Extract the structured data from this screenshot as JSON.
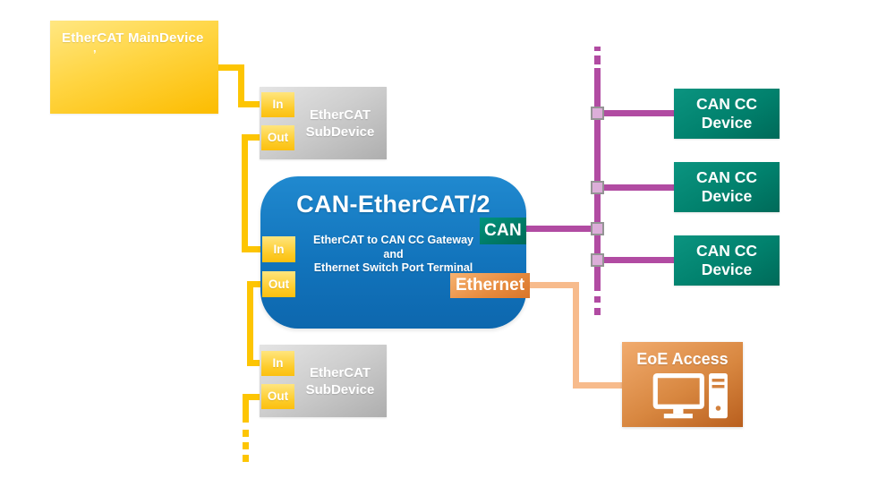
{
  "palette": {
    "yellow_wire": "#fdc503",
    "yellow_box_light": "#ffe782",
    "yellow_box_dark": "#fcbc00",
    "gray_light": "#e4e4e4",
    "gray_dark": "#aeaeae",
    "blue_light": "#2089cf",
    "blue_dark": "#0d67ae",
    "teal_light": "#0b9480",
    "teal_dark": "#006a59",
    "purple_wire": "#b14ba2",
    "purple_connector": "#dcaed9",
    "orange_wire": "#f7bb8c",
    "orange_light": "#f1ab6e",
    "orange_dark": "#b95f1e"
  },
  "main_device": {
    "label": "EtherCAT MainDevice",
    "stray_mark": "’"
  },
  "sub_devices": [
    {
      "line1": "EtherCAT",
      "line2": "SubDevice",
      "in_label": "In",
      "out_label": "Out"
    },
    {
      "line1": "EtherCAT",
      "line2": "SubDevice",
      "in_label": "In",
      "out_label": "Out"
    }
  ],
  "gateway": {
    "title": "CAN-EtherCAT/2",
    "subtitle": [
      "EtherCAT to CAN CC Gateway",
      "and",
      "Ethernet Switch Port Terminal"
    ],
    "in_label": "In",
    "out_label": "Out",
    "can_label": "CAN",
    "ethernet_label": "Ethernet"
  },
  "can_devices": [
    {
      "line1": "CAN CC",
      "line2": "Device"
    },
    {
      "line1": "CAN CC",
      "line2": "Device"
    },
    {
      "line1": "CAN CC",
      "line2": "Device"
    }
  ],
  "eoe": {
    "label": "EoE Access",
    "icon": "computer-icon"
  }
}
